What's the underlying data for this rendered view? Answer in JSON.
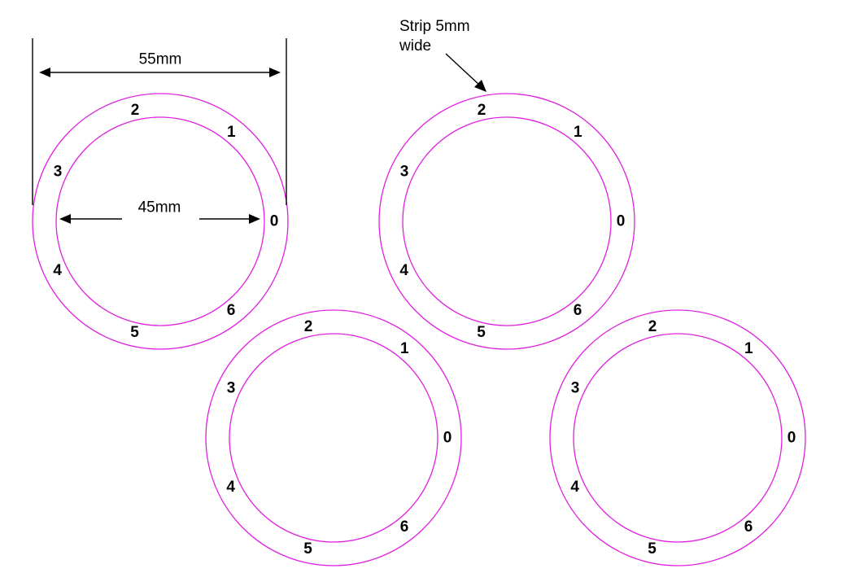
{
  "colors": {
    "ring": "#e020e0",
    "ink": "#000000",
    "background": "#ffffff"
  },
  "annotations": {
    "outer_dimension": "55mm",
    "inner_dimension": "45mm",
    "strip_note_line1": "Strip 5mm",
    "strip_note_line2": "wide"
  },
  "rings": [
    {
      "id": "ring-1",
      "labels": [
        "0",
        "1",
        "2",
        "3",
        "4",
        "5",
        "6"
      ]
    },
    {
      "id": "ring-2",
      "labels": [
        "0",
        "1",
        "2",
        "3",
        "4",
        "5",
        "6"
      ]
    },
    {
      "id": "ring-3",
      "labels": [
        "0",
        "1",
        "2",
        "3",
        "4",
        "5",
        "6"
      ]
    },
    {
      "id": "ring-4",
      "labels": [
        "0",
        "1",
        "2",
        "3",
        "4",
        "5",
        "6"
      ]
    }
  ]
}
